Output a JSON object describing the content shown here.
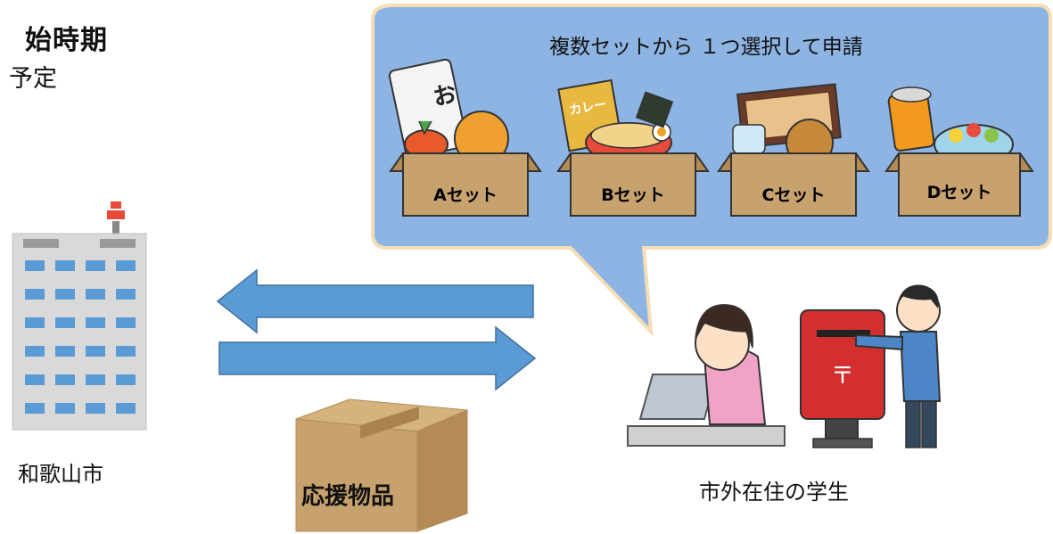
{
  "header": {
    "title_fragment": "始時期",
    "subtitle_fragment": "予定"
  },
  "bubble": {
    "title": "複数セットから １つ選択して申請",
    "sets": [
      {
        "label": "Aセット",
        "contents_icon": "rice-vegetables-icon"
      },
      {
        "label": "Bセット",
        "contents_icon": "curry-ramen-icon"
      },
      {
        "label": "Cセット",
        "contents_icon": "snacks-sweets-icon"
      },
      {
        "label": "Dセット",
        "contents_icon": "canned-fruit-icon"
      }
    ]
  },
  "city": {
    "label": "和歌山市",
    "icon": "city-hall-building-icon"
  },
  "student": {
    "label": "市外在住の学生",
    "icons": [
      "student-laptop-icon",
      "mailbox-icon",
      "person-posting-letter-icon"
    ]
  },
  "goods": {
    "label": "応援物品",
    "icon": "cardboard-box-icon"
  },
  "arrows": {
    "to_city": "arrow-left-icon",
    "to_student": "arrow-right-icon"
  },
  "colors": {
    "bubble_fill": "#8eb4e3",
    "bubble_stroke": "#f5ddb5",
    "arrow_fill": "#5b9bd5",
    "box_brown": "#c7a26e",
    "box_tape": "#a88350"
  }
}
